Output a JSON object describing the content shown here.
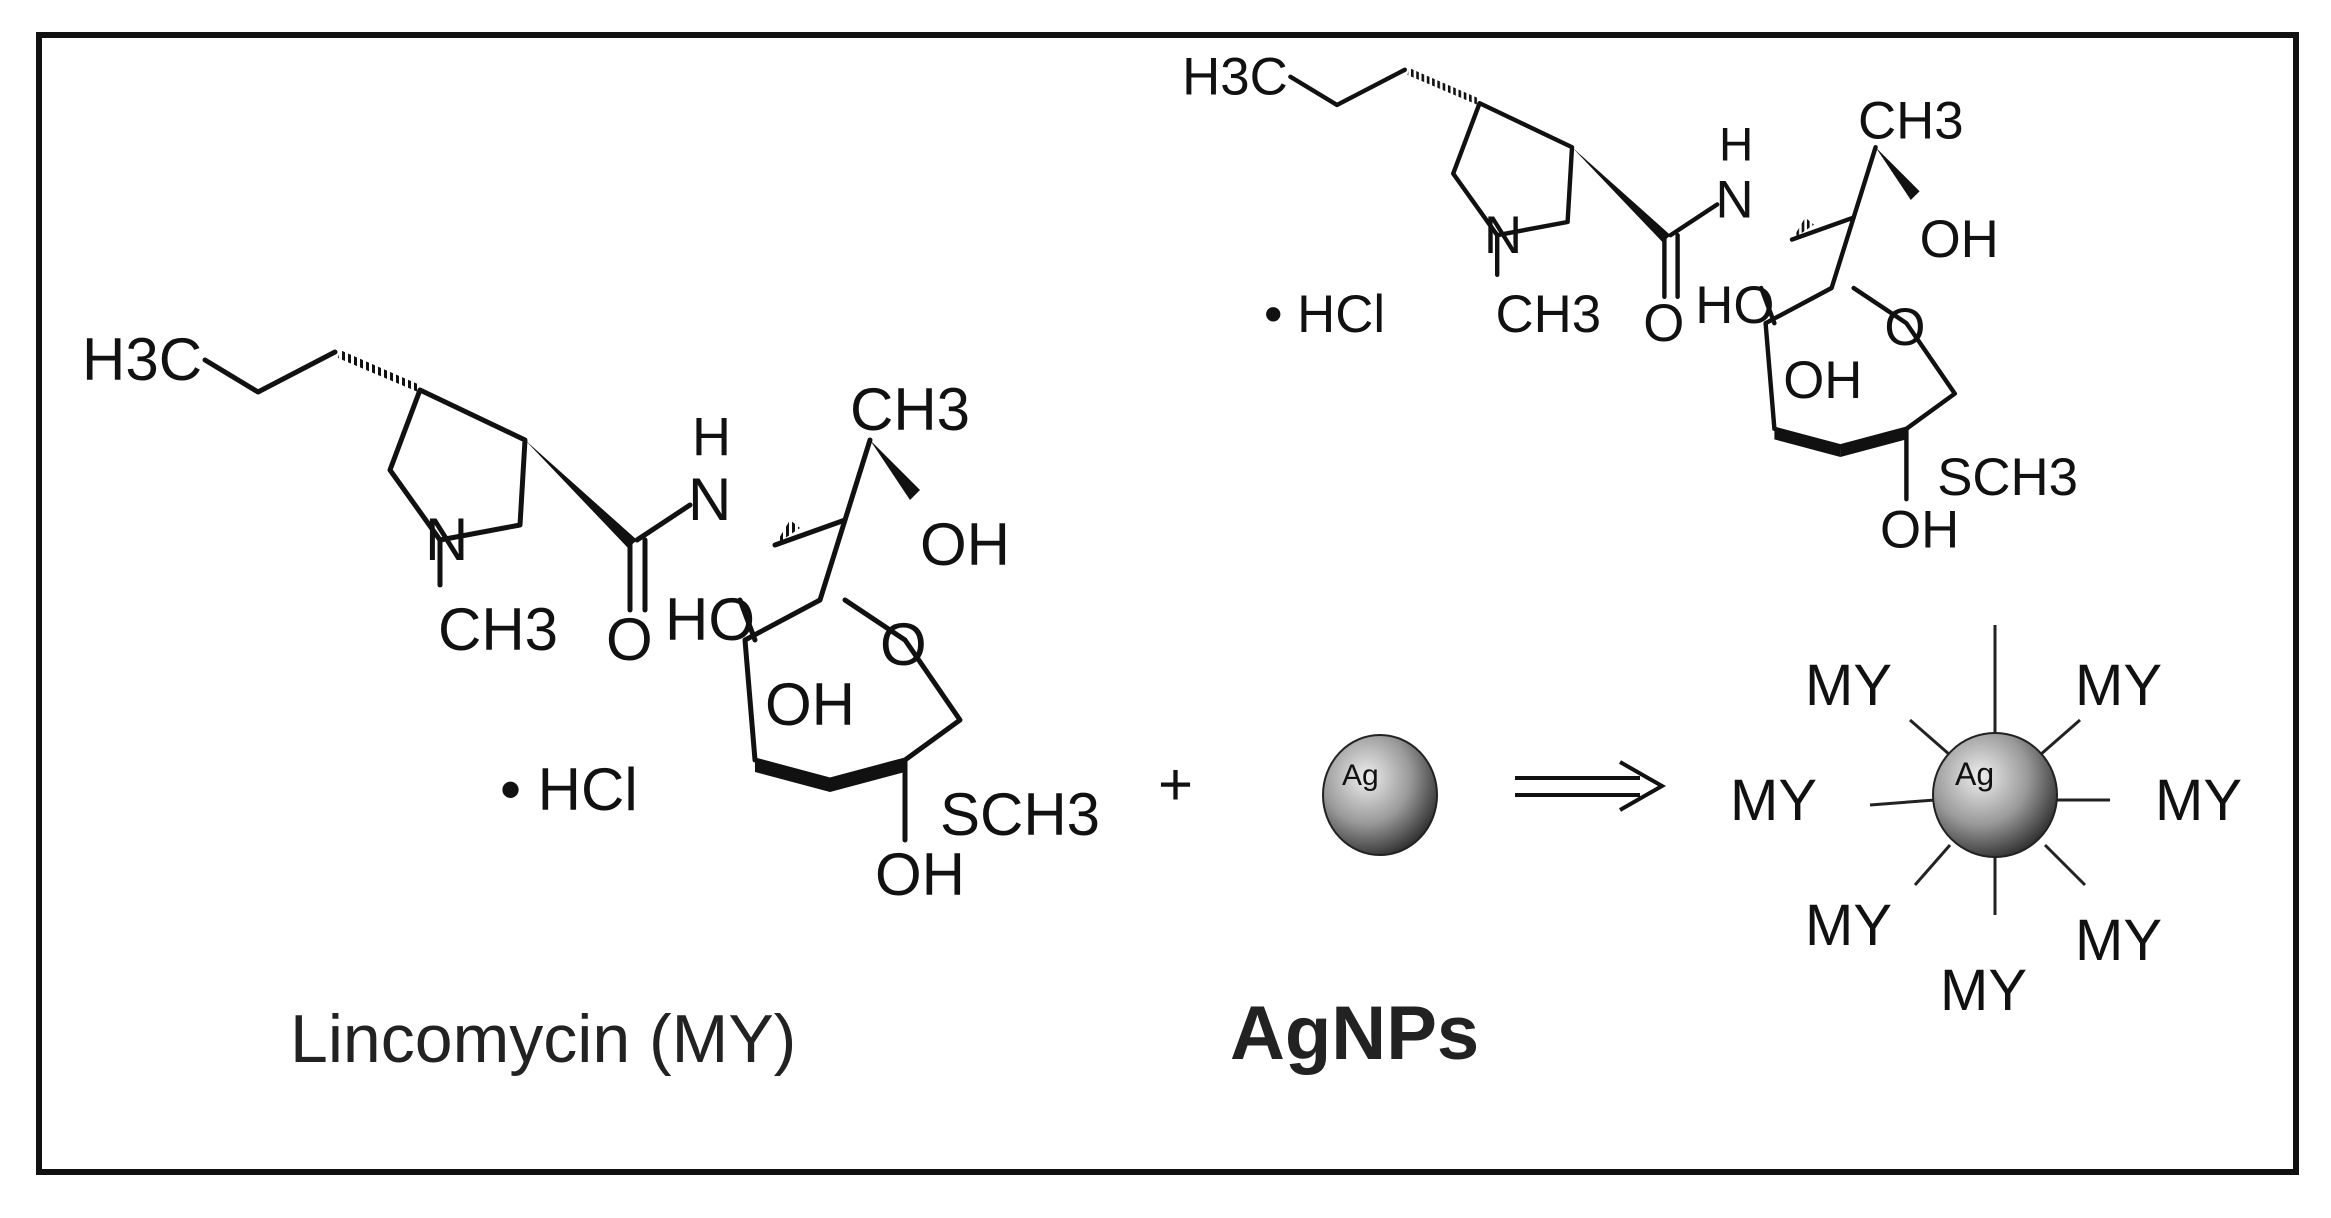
{
  "compound": {
    "caption": "Lincomycin (MY)",
    "h3c": "H3C",
    "n": "N",
    "ch3_n": "CH3",
    "o_carbonyl": "O",
    "nh_n": "N",
    "nh_h": "H",
    "ch3_top": "CH3",
    "oh_side": "OH",
    "ho_ring": "HO",
    "o_ring": "O",
    "oh_ring": "OH",
    "sch3": "SCH3",
    "oh_bottom": "OH",
    "hcl": "• HCl"
  },
  "plus": "+",
  "nanoparticle": {
    "label": "Ag",
    "caption": "AgNPs"
  },
  "arrow": "⟹",
  "product": {
    "core_label": "Ag",
    "ligand_label": "MY"
  },
  "colors": {
    "line": "#111111",
    "frame": "#111111",
    "sphere_light": "#e6e6e6",
    "sphere_dark": "#3a3a3a"
  }
}
